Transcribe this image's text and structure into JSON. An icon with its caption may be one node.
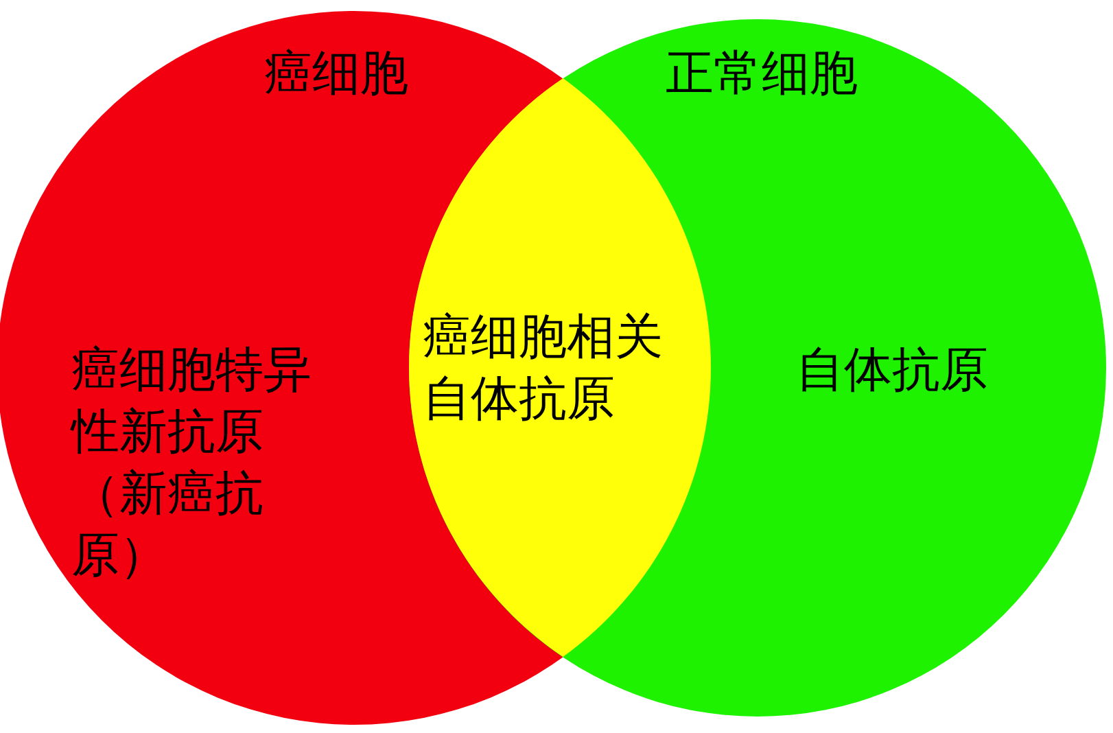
{
  "diagram": {
    "nodes": [
      {
        "text": [
          "癌细胞",
          "癌细胞特异性新抗原（新癌抗原）"
        ]
      },
      {
        "text": [
          "正常细胞",
          "自体抗原"
        ]
      },
      {
        "text": [
          "癌细胞相关自体抗原"
        ]
      }
    ],
    "edges": []
  }
}
